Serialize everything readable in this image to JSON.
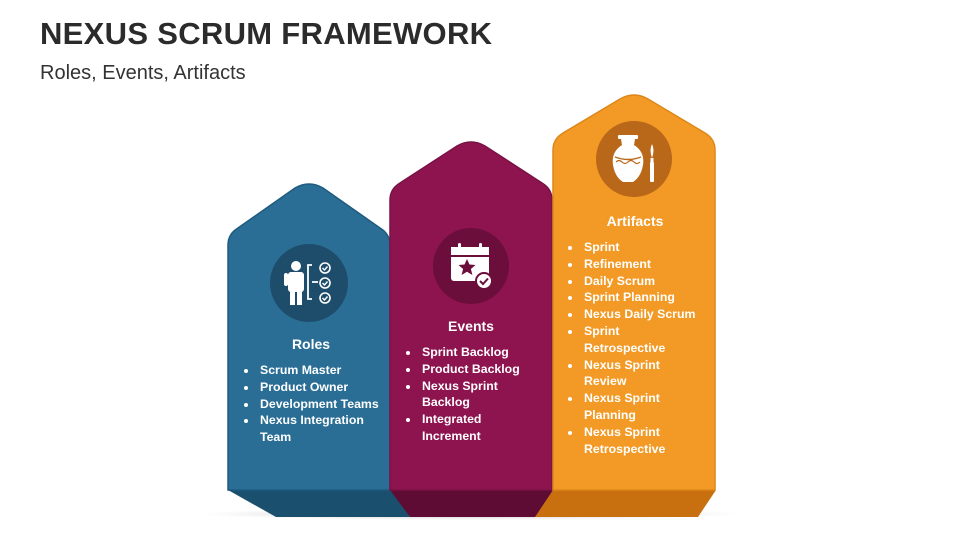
{
  "header": {
    "title": "NEXUS SCRUM FRAMEWORK",
    "subtitle": "Roles, Events, Artifacts"
  },
  "colors": {
    "roles": "#2A6E96",
    "events": "#8E1450",
    "artifacts": "#F29A25"
  },
  "cards": [
    {
      "title": "Roles",
      "icon": "team-roles-checklist-icon",
      "items": [
        "Scrum Master",
        "Product Owner",
        "Development Teams",
        "Nexus Integration Team"
      ]
    },
    {
      "title": "Events",
      "icon": "calendar-star-check-icon",
      "items": [
        "Sprint Backlog",
        "Product Backlog",
        "Nexus Sprint Backlog",
        "Integrated Increment"
      ]
    },
    {
      "title": "Artifacts",
      "icon": "vase-brush-icon",
      "items": [
        "Sprint",
        "Refinement",
        "Daily Scrum",
        "Sprint Planning",
        "Nexus Daily Scrum",
        "Sprint Retrospective",
        "Nexus Sprint Review",
        "Nexus Sprint Planning",
        "Nexus Sprint Retrospective"
      ]
    }
  ]
}
